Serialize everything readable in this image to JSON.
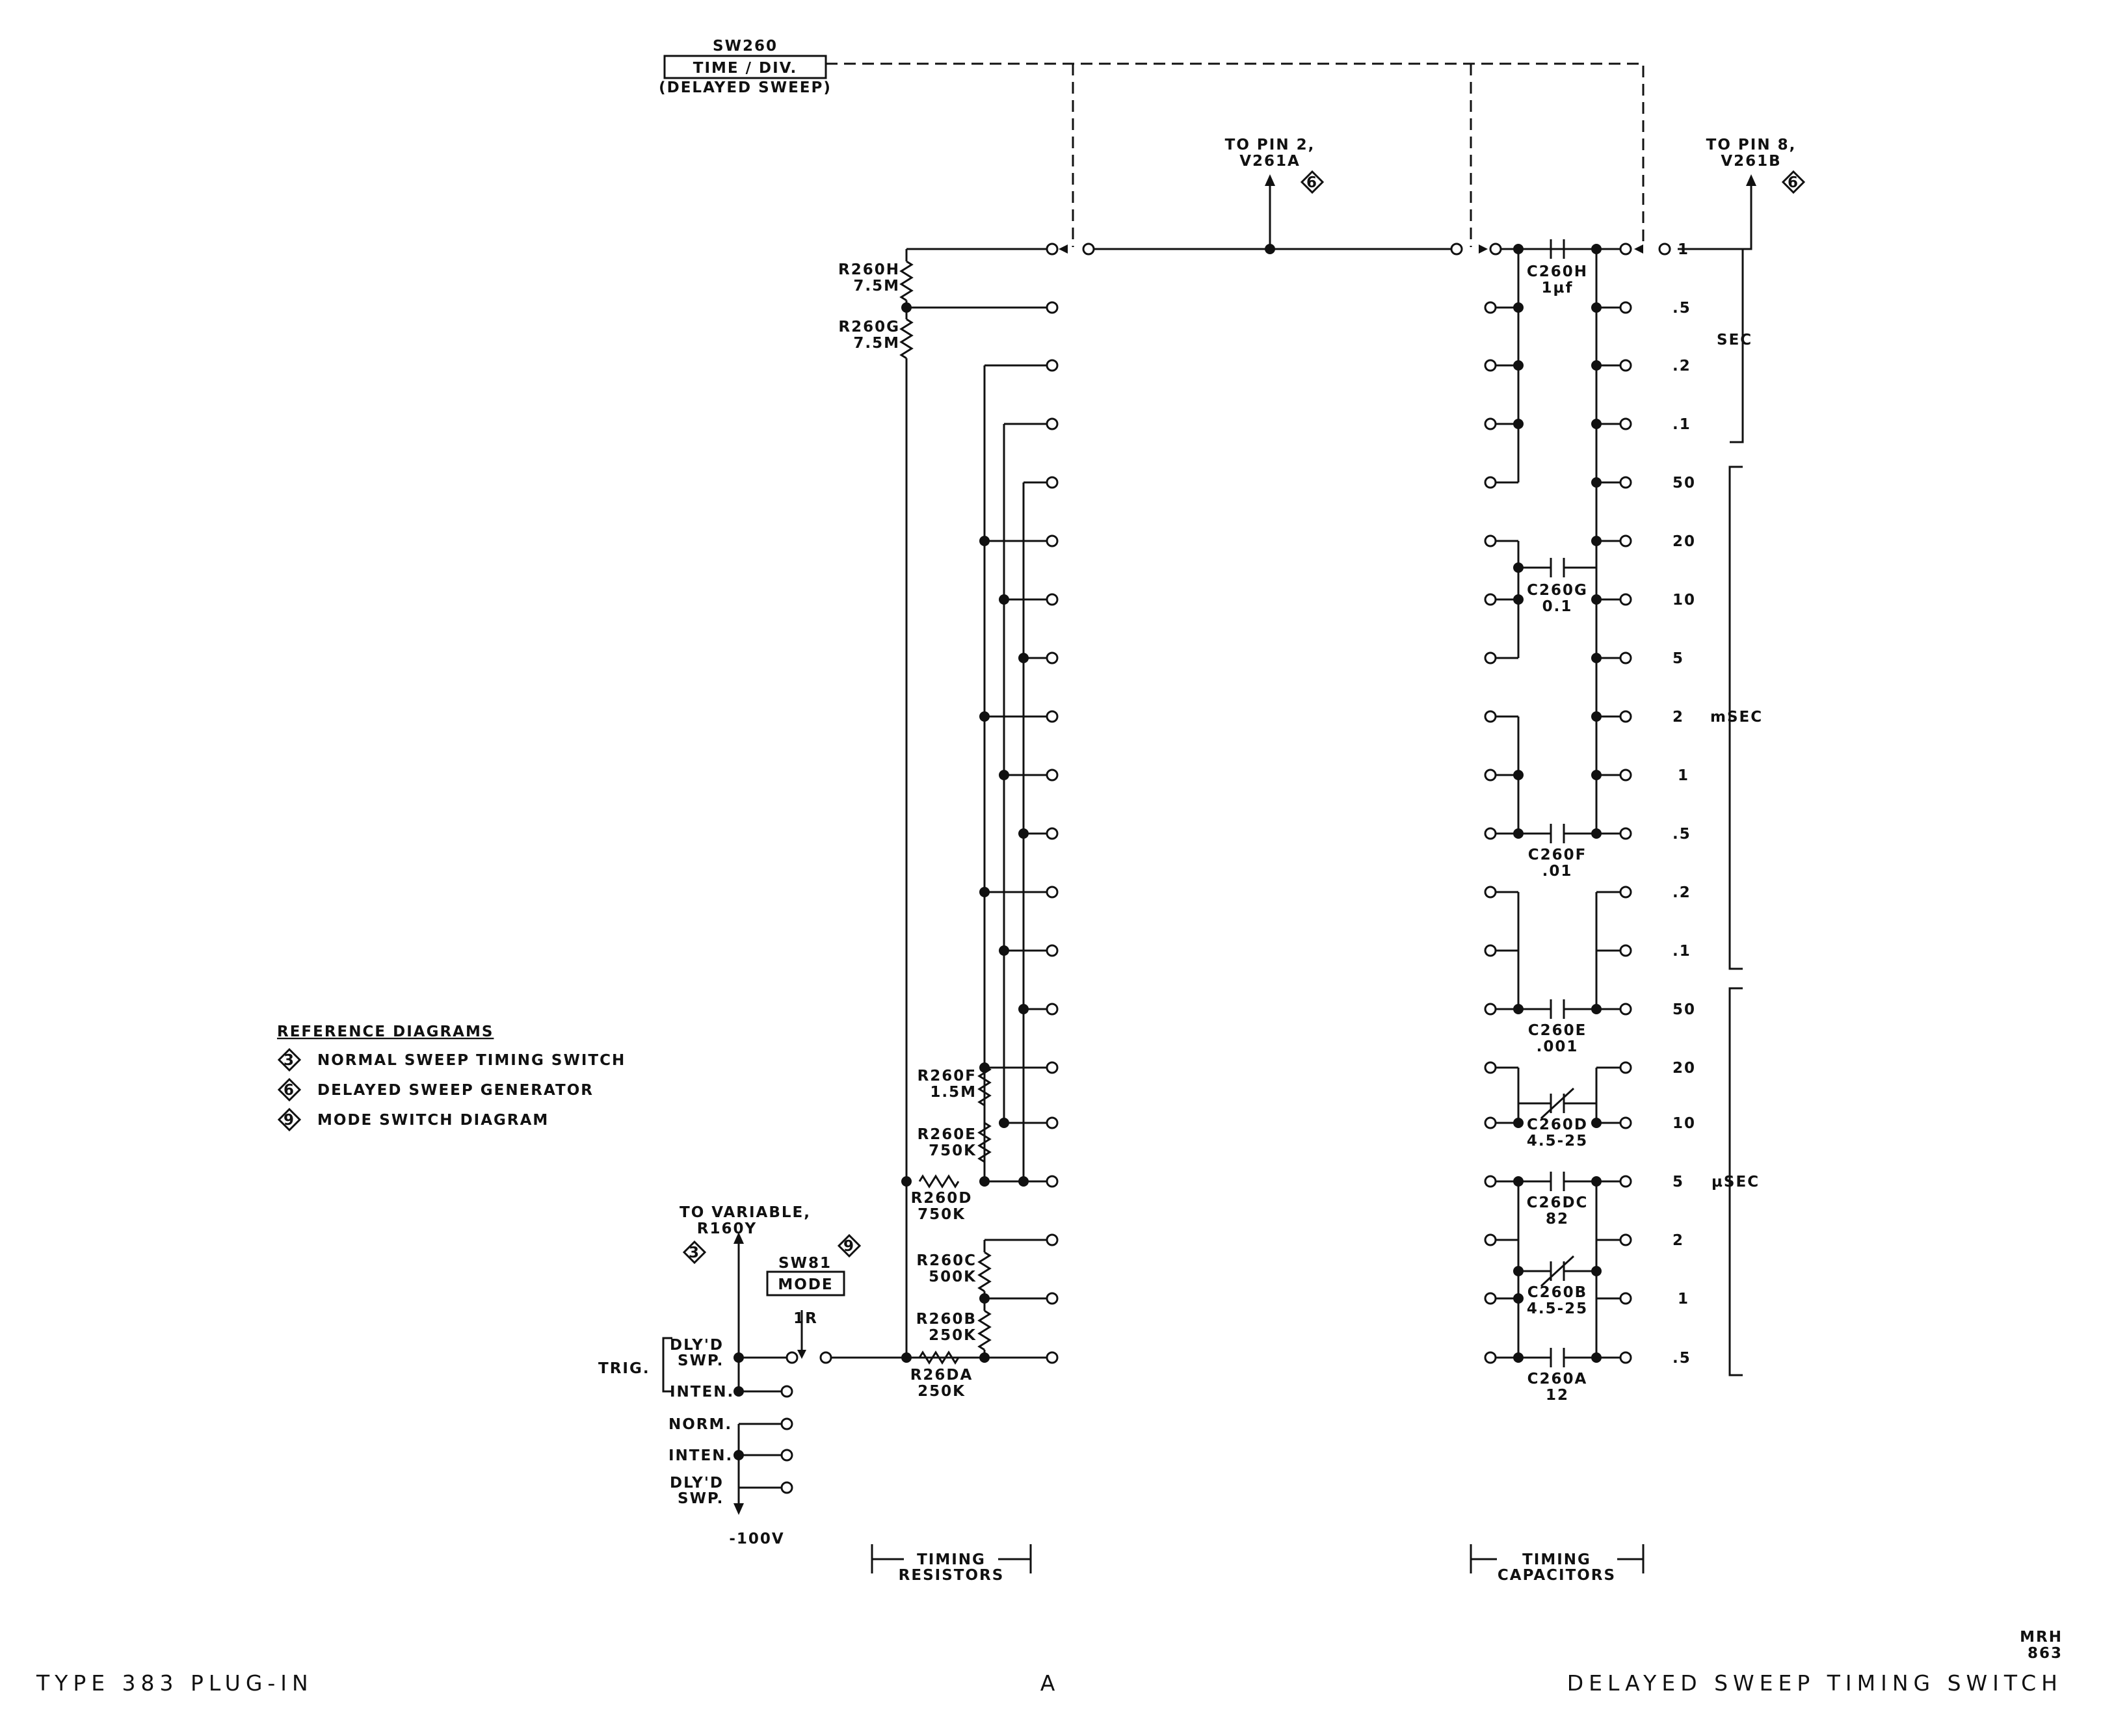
{
  "switch": {
    "name": "SW260",
    "label": "TIME / DIV.",
    "sublabel": "(DELAYED SWEEP)"
  },
  "outputs": {
    "left": {
      "line1": "TO PIN 2,",
      "line2": "V261A",
      "ref": "6"
    },
    "right": {
      "line1": "TO PIN 8,",
      "line2": "V261B",
      "ref": "6"
    }
  },
  "resistors": [
    {
      "id": "R260H",
      "value": "7.5M"
    },
    {
      "id": "R260G",
      "value": "7.5M"
    },
    {
      "id": "R260F",
      "value": "1.5M"
    },
    {
      "id": "R260E",
      "value": "750K"
    },
    {
      "id": "R260D",
      "value": "750K"
    },
    {
      "id": "R260C",
      "value": "500K"
    },
    {
      "id": "R260B",
      "value": "250K"
    },
    {
      "id": "R26DA",
      "value": "250K"
    }
  ],
  "capacitors": [
    {
      "id": "C260H",
      "value": "1µf"
    },
    {
      "id": "C260G",
      "value": "0.1"
    },
    {
      "id": "C260F",
      "value": ".01"
    },
    {
      "id": "C260E",
      "value": ".001"
    },
    {
      "id": "C260D",
      "value": "4.5-25"
    },
    {
      "id": "C26DC",
      "value": "82"
    },
    {
      "id": "C260B",
      "value": "4.5-25"
    },
    {
      "id": "C260A",
      "value": "12"
    }
  ],
  "time_values": [
    "1",
    ".5",
    ".2",
    ".1",
    "50",
    "20",
    "10",
    "5",
    "2",
    "1",
    ".5",
    ".2",
    ".1",
    "50",
    "20",
    "10",
    "5",
    "2",
    "1",
    ".5"
  ],
  "unit_groups": [
    "SEC",
    "mSEC",
    "µSEC"
  ],
  "reference": {
    "title": "REFERENCE DIAGRAMS",
    "items": [
      {
        "num": "3",
        "text": "NORMAL SWEEP TIMING SWITCH"
      },
      {
        "num": "6",
        "text": "DELAYED SWEEP GENERATOR"
      },
      {
        "num": "9",
        "text": "MODE SWITCH DIAGRAM"
      }
    ]
  },
  "mode": {
    "to_variable": "TO VARIABLE,",
    "to_variable_ref": "R160Y",
    "variable_ref_num": "3",
    "switch_name": "SW81",
    "switch_ref": "9",
    "switch_label": "MODE",
    "switch_pos": "1R",
    "trig": "TRIG.",
    "dlyd_swp": "DLY'D",
    "swp": "SWP.",
    "inten": "INTEN.",
    "norm": "NORM.",
    "inten2": "INTEN.",
    "dlyd2": "DLY'D",
    "swp2": "SWP.",
    "supply": "-100V"
  },
  "brackets": {
    "resistors_top": "TIMING",
    "resistors_bottom": "RESISTORS",
    "capacitors_top": "TIMING",
    "capacitors_bottom": "CAPACITORS"
  },
  "footer": {
    "left": "TYPE 383 PLUG-IN",
    "center": "A",
    "right": "DELAYED SWEEP TIMING SWITCH",
    "drafter": "MRH",
    "number": "863"
  }
}
